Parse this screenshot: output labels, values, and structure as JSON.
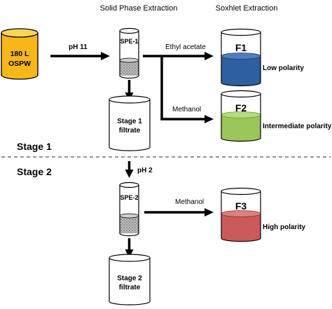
{
  "headers": {
    "spe": "Solid Phase Extraction",
    "soxhlet": "Soxhlet Extraction"
  },
  "source": {
    "line1": "180 L",
    "line2": "OSPW",
    "color": "#F7B719"
  },
  "steps": {
    "ph11": "pH 11",
    "ph2": "pH 2",
    "ethyl_acetate": "Ethyl acetate",
    "methanol_1": "Methanol",
    "methanol_2": "Methanol"
  },
  "columns": {
    "spe1": "SPE-1",
    "spe2": "SPE-2"
  },
  "filtrates": {
    "stage1_line1": "Stage 1",
    "stage1_line2": "filtrate",
    "stage2_line1": "Stage 2",
    "stage2_line2": "filtrate"
  },
  "stages": {
    "stage1": "Stage 1",
    "stage2": "Stage 2"
  },
  "fractions": [
    {
      "label": "F1",
      "desc": "Low polarity",
      "color": "#2E5FA0"
    },
    {
      "label": "F2",
      "desc": "Intermediate polarity",
      "color": "#9BC65A"
    },
    {
      "label": "F3",
      "desc": "High polarity",
      "color": "#CC5A5A"
    }
  ]
}
